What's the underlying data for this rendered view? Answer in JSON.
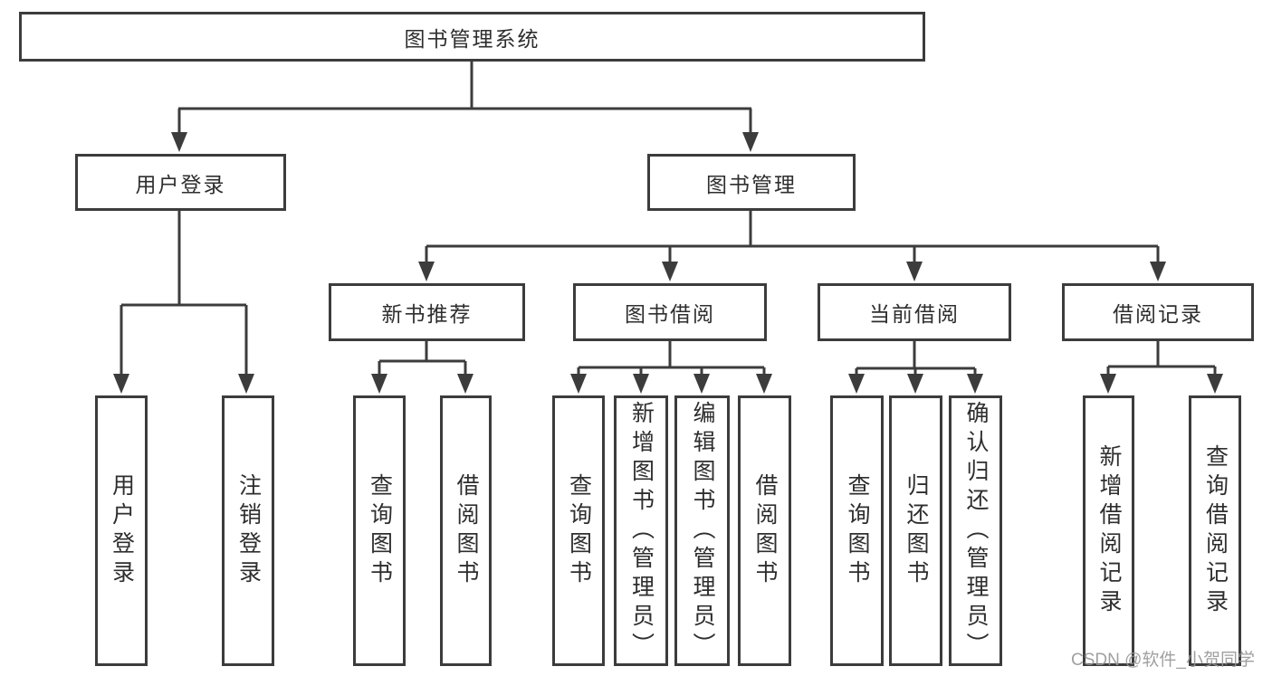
{
  "colors": {
    "line": "#3c3c3c",
    "box_border": "#3c3c3c",
    "text": "#2e2e2e",
    "background": "#ffffff",
    "watermark": "#969696"
  },
  "watermark": "CSDN @软件_小贺同学",
  "tree": {
    "root": "图书管理系统",
    "branches": [
      {
        "label": "用户登录",
        "children": [
          "用户登录",
          "注销登录"
        ]
      },
      {
        "label": "图书管理",
        "groups": [
          {
            "label": "新书推荐",
            "children": [
              "查询图书",
              "借阅图书"
            ]
          },
          {
            "label": "图书借阅",
            "children": [
              "查询图书",
              "新增图书（管理员）",
              "编辑图书（管理员）",
              "借阅图书"
            ]
          },
          {
            "label": "当前借阅",
            "children": [
              "查询图书",
              "归还图书",
              "确认归还（管理员）"
            ]
          },
          {
            "label": "借阅记录",
            "children": [
              "新增借阅记录",
              "查询借阅记录"
            ]
          }
        ]
      }
    ]
  }
}
